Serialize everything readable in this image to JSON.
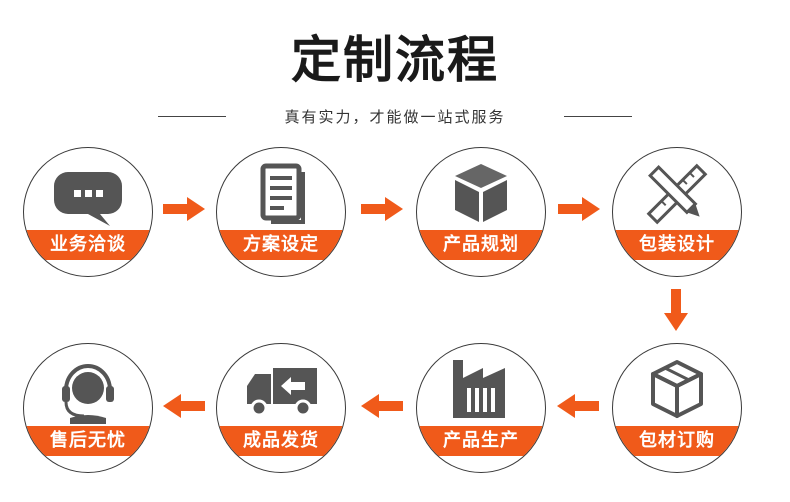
{
  "header": {
    "title": "定制流程",
    "subtitle": "真有实力，才能做一站式服务"
  },
  "steps": [
    {
      "label": "业务洽谈",
      "icon": "chat-bubble-icon"
    },
    {
      "label": "方案设定",
      "icon": "document-icon"
    },
    {
      "label": "产品规划",
      "icon": "cube-icon"
    },
    {
      "label": "包装设计",
      "icon": "pencil-ruler-icon"
    },
    {
      "label": "包材订购",
      "icon": "box-icon"
    },
    {
      "label": "产品生产",
      "icon": "factory-icon"
    },
    {
      "label": "成品发货",
      "icon": "delivery-truck-icon"
    },
    {
      "label": "售后无忧",
      "icon": "headset-icon"
    }
  ],
  "colors": {
    "accent": "#f05a1a",
    "icon": "#555555",
    "border": "#3a3a3a"
  }
}
